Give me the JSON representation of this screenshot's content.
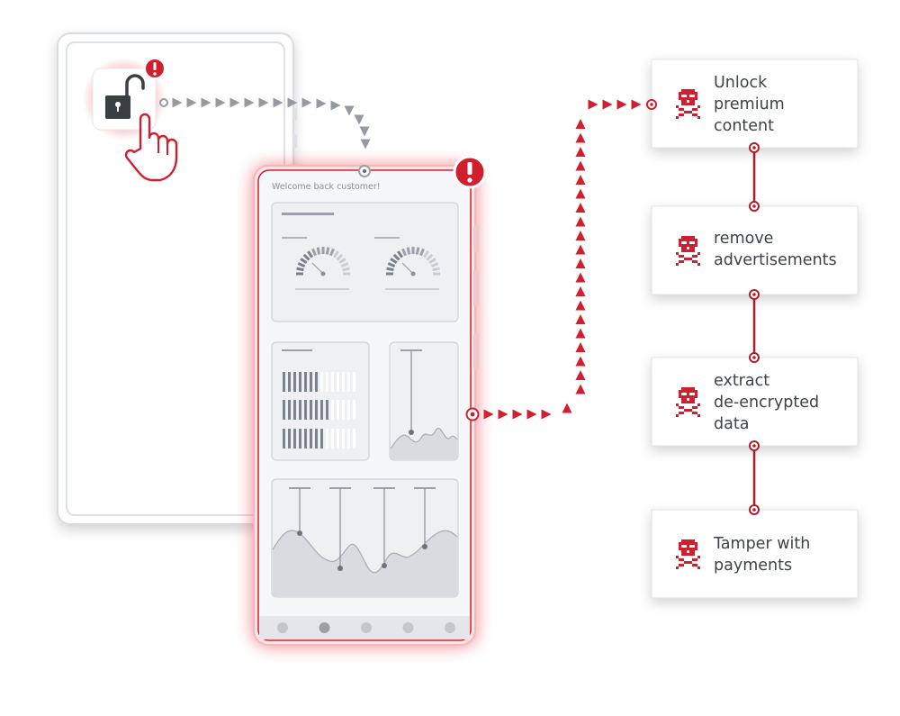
{
  "app": {
    "welcome_text": "Welcome back customer!",
    "lock_icon": "unlocked-padlock-icon",
    "tap_icon": "pointing-hand-icon",
    "alert_icon": "exclamation-icon"
  },
  "threats": {
    "icon": "skull-crossbones-icon",
    "items": [
      {
        "label": "Unlock\npremium\ncontent"
      },
      {
        "label": "remove\nadvertisements"
      },
      {
        "label": "extract\nde-encrypted\ndata"
      },
      {
        "label": "Tamper with\npayments"
      }
    ]
  },
  "nav": {
    "dots": 5,
    "active_index": 1
  },
  "colors": {
    "accent": "#d0202f",
    "arrow_gray": "#959aa0",
    "panel_fill": "#eef0f2",
    "frame": "#d4d7db"
  }
}
